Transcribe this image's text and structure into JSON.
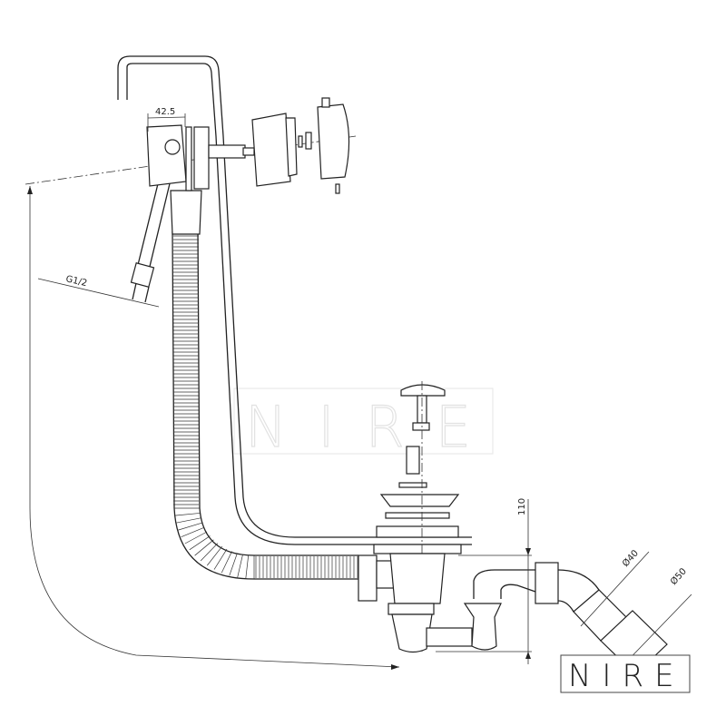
{
  "dimensions": {
    "overflow_width": "42.5",
    "supply_thread": "G1/2",
    "drain_height": "110",
    "outlet_inner_diameter": "Ø40",
    "outlet_outer_diameter": "Ø50"
  },
  "watermark": {
    "text": "NIRE"
  },
  "logo": {
    "text": "NIRE"
  },
  "colors": {
    "line": "#222222",
    "watermark": "#e2e2e2"
  }
}
